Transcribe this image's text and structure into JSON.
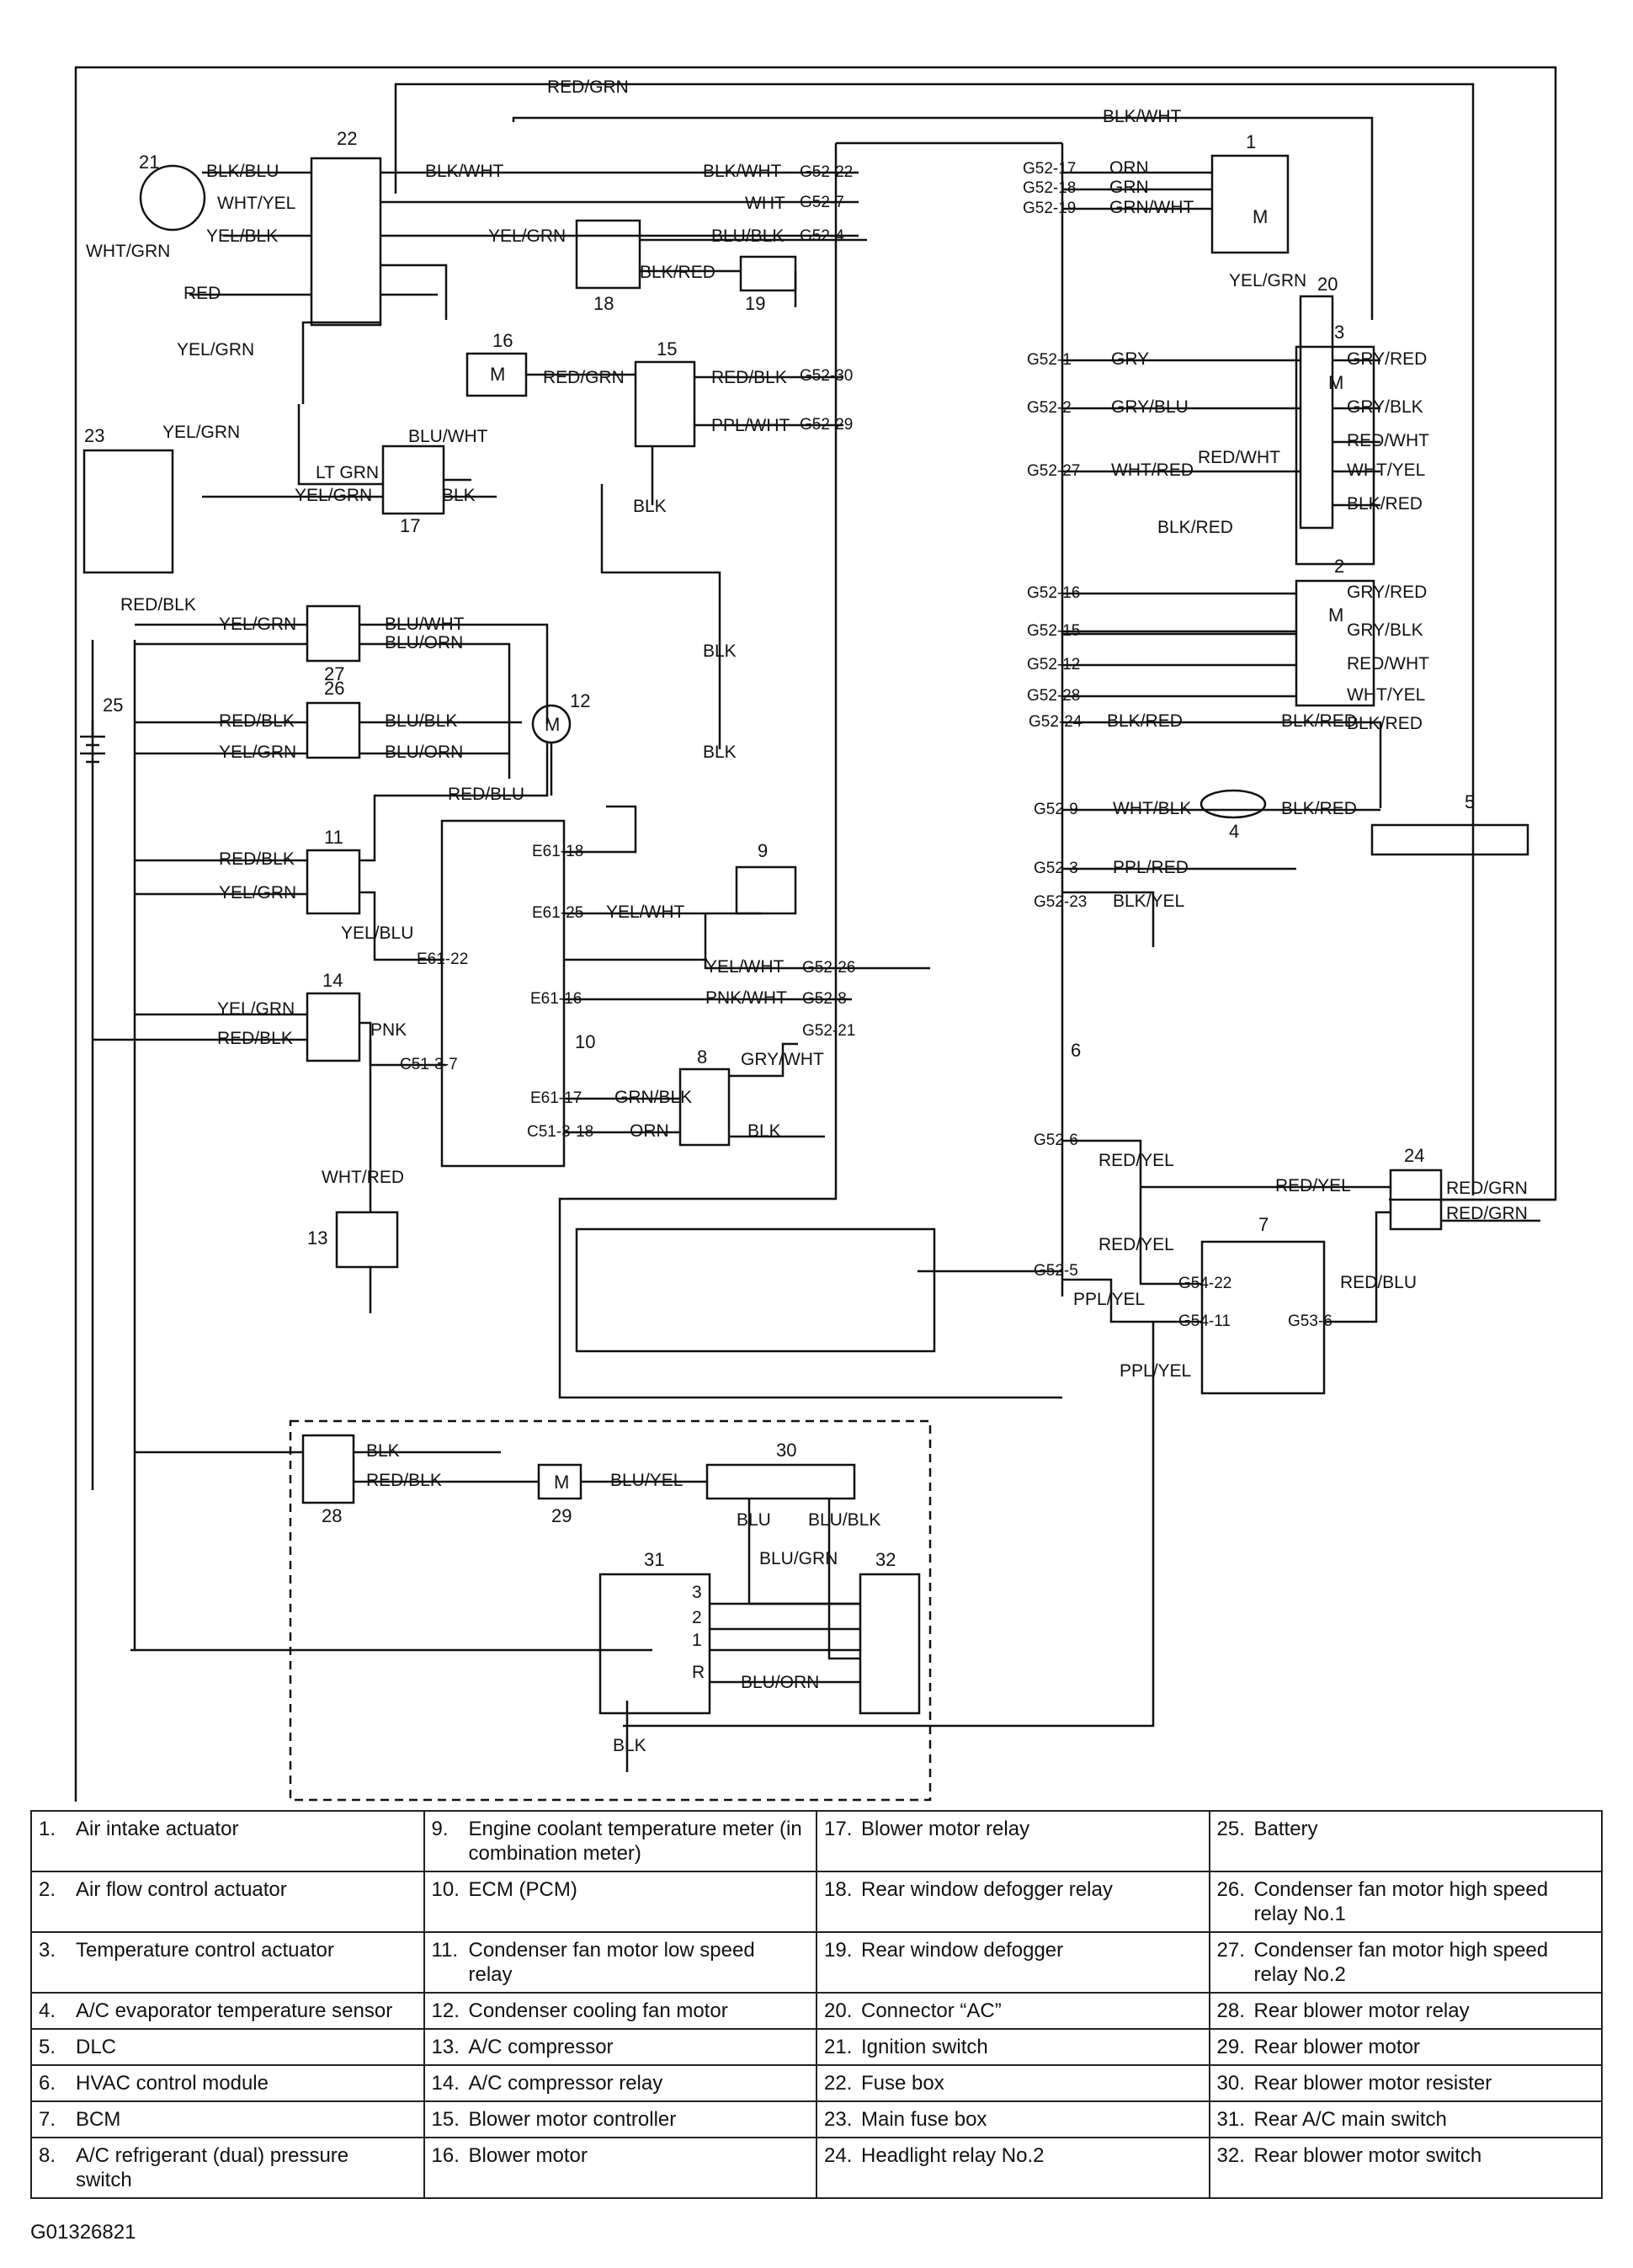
{
  "figure_id": "G01326821",
  "legend": [
    {
      "n": "1.",
      "t": "Air intake actuator"
    },
    {
      "n": "2.",
      "t": "Air flow control actuator"
    },
    {
      "n": "3.",
      "t": "Temperature control actuator"
    },
    {
      "n": "4.",
      "t": "A/C evaporator temperature sensor"
    },
    {
      "n": "5.",
      "t": "DLC"
    },
    {
      "n": "6.",
      "t": "HVAC control module"
    },
    {
      "n": "7.",
      "t": "BCM"
    },
    {
      "n": "8.",
      "t": "A/C refrigerant (dual) pressure switch"
    },
    {
      "n": "9.",
      "t": "Engine coolant temperature meter (in combination meter)"
    },
    {
      "n": "10.",
      "t": "ECM (PCM)"
    },
    {
      "n": "11.",
      "t": "Condenser fan motor low speed relay"
    },
    {
      "n": "12.",
      "t": "Condenser cooling fan motor"
    },
    {
      "n": "13.",
      "t": "A/C compressor"
    },
    {
      "n": "14.",
      "t": "A/C compressor relay"
    },
    {
      "n": "15.",
      "t": "Blower motor controller"
    },
    {
      "n": "16.",
      "t": "Blower motor"
    },
    {
      "n": "17.",
      "t": "Blower motor relay"
    },
    {
      "n": "18.",
      "t": "Rear window defogger relay"
    },
    {
      "n": "19.",
      "t": "Rear window defogger"
    },
    {
      "n": "20.",
      "t": "Connector “AC”"
    },
    {
      "n": "21.",
      "t": "Ignition switch"
    },
    {
      "n": "22.",
      "t": "Fuse box"
    },
    {
      "n": "23.",
      "t": "Main fuse box"
    },
    {
      "n": "24.",
      "t": "Headlight relay No.2"
    },
    {
      "n": "25.",
      "t": "Battery"
    },
    {
      "n": "26.",
      "t": "Condenser fan motor high speed relay No.1"
    },
    {
      "n": "27.",
      "t": "Condenser fan motor high speed relay No.2"
    },
    {
      "n": "28.",
      "t": "Rear blower motor relay"
    },
    {
      "n": "29.",
      "t": "Rear blower motor"
    },
    {
      "n": "30.",
      "t": "Rear blower motor resister"
    },
    {
      "n": "31.",
      "t": "Rear A/C main switch"
    },
    {
      "n": "32.",
      "t": "Rear blower motor switch"
    }
  ],
  "components": {
    "c1": "1",
    "c2": "2",
    "c3": "3",
    "c4": "4",
    "c5": "5",
    "c6": "6",
    "c7": "7",
    "c8": "8",
    "c9": "9",
    "c10": "10",
    "c11": "11",
    "c12": "12",
    "c13": "13",
    "c14": "14",
    "c15": "15",
    "c16": "16",
    "c17": "17",
    "c18": "18",
    "c19": "19",
    "c20": "20",
    "c21": "21",
    "c22": "22",
    "c23": "23",
    "c24": "24",
    "c25": "25",
    "c26": "26",
    "c27": "27",
    "c28": "28",
    "c29": "29",
    "c30": "30",
    "c31": "31",
    "c32": "32",
    "m": "M",
    "sw3": "3",
    "sw2": "2",
    "sw1": "1",
    "swR": "R"
  },
  "connectors": {
    "g52_22": "G52-22",
    "g52_7": "G52-7",
    "g52_4": "G52-4",
    "g52_17": "G52-17",
    "g52_18": "G52-18",
    "g52_19": "G52-19",
    "g52_30": "G52-30",
    "g52_29": "G52-29",
    "g52_1": "G52-1",
    "g52_2": "G52-2",
    "g52_27": "G52-27",
    "g52_16": "G52-16",
    "g52_15": "G52-15",
    "g52_12": "G52-12",
    "g52_28": "G52-28",
    "g52_24": "G52-24",
    "g52_9": "G52-9",
    "g52_3": "G52-3",
    "g52_23": "G52-23",
    "g52_26": "G52-26",
    "g52_8": "G52-8",
    "g52_21": "G52-21",
    "g52_6": "G52-6",
    "g52_5": "G52-5",
    "g54_22": "G54-22",
    "g54_11": "G54-11",
    "g53_6": "G53-6",
    "e61_18": "E61-18",
    "e61_25": "E61-25",
    "e61_22": "E61-22",
    "e61_16": "E61-16",
    "e61_17": "E61-17",
    "c51_3_7": "C51-3-7",
    "c51_3_18": "C51-3-18"
  },
  "wires": {
    "red_grn": "RED/GRN",
    "blk_wht": "BLK/WHT",
    "blk_blu": "BLK/BLU",
    "wht_yel": "WHT/YEL",
    "yel_blk": "YEL/BLK",
    "wht_grn": "WHT/GRN",
    "red": "RED",
    "yel_grn": "YEL/GRN",
    "wht": "WHT",
    "blu_blk": "BLU/BLK",
    "blk_red": "BLK/RED",
    "orn": "ORN",
    "grn": "GRN",
    "grn_wht": "GRN/WHT",
    "red_blk": "RED/BLK",
    "ppl_wht": "PPL/WHT",
    "blk": "BLK",
    "blu_wht": "BLU/WHT",
    "lt_grn": "LT GRN",
    "gry": "GRY",
    "gry_blu": "GRY/BLU",
    "gry_red": "GRY/RED",
    "gry_blk": "GRY/BLK",
    "red_wht": "RED/WHT",
    "wht_red": "WHT/RED",
    "blu_orn": "BLU/ORN",
    "red_blu": "RED/BLU",
    "wht_blk": "WHT/BLK",
    "ppl_red": "PPL/RED",
    "blk_yel": "BLK/YEL",
    "yel_blu": "YEL/BLU",
    "yel_wht": "YEL/WHT",
    "pnk_wht": "PNK/WHT",
    "gry_wht": "GRY/WHT",
    "pnk": "PNK",
    "grn_blk": "GRN/BLK",
    "red_yel": "RED/YEL",
    "ppl_yel": "PPL/YEL",
    "blu_yel": "BLU/YEL",
    "blu": "BLU",
    "blu_grn": "BLU/GRN"
  }
}
